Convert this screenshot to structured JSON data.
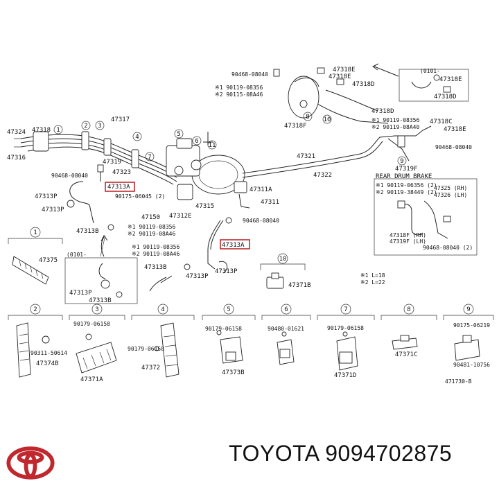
{
  "labels": {
    "l47324": "47324",
    "l47318a": "47318",
    "l47316": "47316",
    "l47317": "47317",
    "l47319": "47319",
    "l47323": "47323",
    "l90468a": "90468-08040",
    "l47313a_1": "47313A",
    "l90175": "90175-06045 (2)",
    "l47150": "47150",
    "l47312e": "47312E",
    "l47313p_1": "47313P",
    "l47313b_1": "47313B",
    "l1_9011908356_a": "※1 90119-08356",
    "l2_9011908a46_a": "※2 90119-08A46",
    "l47315": "47315",
    "l47311a": "47311A",
    "l47311": "47311",
    "l90468b": "90468-08040",
    "l47313a_2": "47313A",
    "l1_9011908356_b": "※1 90119-08356",
    "l2_9011908a46_b": "※2 90119-08A46",
    "l47313b_2": "47313B",
    "l47313p_2": "47313P",
    "l47321": "47321",
    "l47322": "47322",
    "l90468c": "90468-08040",
    "l1_9011908356_c": "※1 90119-08356",
    "l2_9011508a46": "※2 90115-08A46",
    "l47318f_1": "47318F",
    "l47318e_1": "47318E",
    "l47318e_2": "47318E",
    "l47318d_1": "47318D",
    "l0101_1": "(0101-",
    "l47318e_3": "47318E",
    "l47318d_2": "47318D",
    "l47318d_3": "47318D",
    "l1_9011908356_d": "※1 90119-08356",
    "l2_9011908a40": "※2 90119-08A40",
    "l47318c": "47318C",
    "l47318e_4": "47318E",
    "l90468d": "90468-08040",
    "l47319f": "47319F",
    "rear_drum": "REAR DRUM BRAKE",
    "l1_9011938e9": "※1 90119-06356 (2)",
    "l2_9011938449": "※2 90119-38449 (2)",
    "l47325": "47325 (RH)",
    "l47326": "47326 (LH)",
    "l47318f_2": "47318F (RH)",
    "l47319f_2": "47319F (LH)",
    "l90468e": "90468-08040 (2)",
    "l0101_2": "(0101-",
    "l47313p_3": "47313P",
    "l47313b_3": "47313B",
    "l47375": "47375",
    "l90311": "90311-50614",
    "l47374b": "47374B",
    "l90179a": "90179-06158",
    "l47371a": "47371A",
    "l90179b": "90179-06158",
    "l47372": "47372",
    "l90179c": "90179-06158",
    "l47373b": "47373B",
    "l90480": "90480-01621",
    "l90179d": "90179-06158",
    "l47371d": "47371D",
    "l47371c": "47371C",
    "l90175b": "90175-06219",
    "l90481": "90481-10756",
    "l47371b": "47371B",
    "note1": "※1  L=18",
    "note2": "※2  L=22",
    "ref": "471730-B"
  },
  "section_numbers": [
    "1",
    "2",
    "3",
    "4",
    "5",
    "6",
    "7",
    "8",
    "9",
    "10",
    "11"
  ],
  "footer": {
    "brand": "TOYOTA",
    "part_number": "9094702875"
  },
  "colors": {
    "highlight": "#c0282e",
    "logo": "#c0282e"
  },
  "icons": {
    "logo": "toyota-logo-icon"
  }
}
